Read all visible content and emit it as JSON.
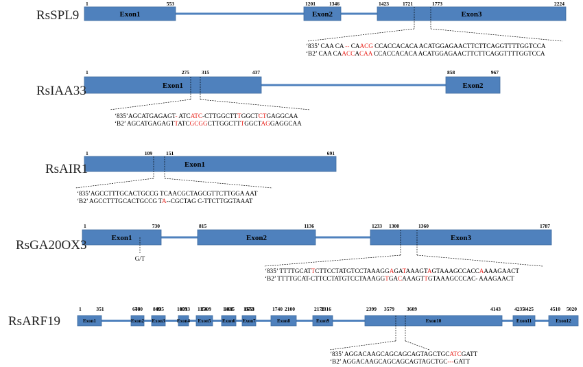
{
  "colors": {
    "exon": "#4f81bd",
    "exon_border": "#3e6a9e",
    "intron": "#4f81bd",
    "highlight": "#e8231c"
  },
  "genes": [
    {
      "name": "RsSPL9",
      "exons": [
        {
          "label": "Exon1",
          "start": "1",
          "end": "553"
        },
        {
          "label": "Exon2",
          "start": "1201",
          "end": "1346"
        },
        {
          "label": "Exon3",
          "start": "1423",
          "end": "2224"
        }
      ],
      "inner_marks": [
        "1721",
        "1773"
      ],
      "alignment": [
        [
          {
            "t": "‘835’ CAA CA "
          },
          {
            "t": "--",
            "h": true
          },
          {
            "t": " CA"
          },
          {
            "t": "ACG",
            "h": true
          },
          {
            "t": " CCACCACACA ACATGGAGAACTTCTTCAGGTTTTGGTCCA"
          }
        ],
        [
          {
            "t": "‘B2’  CAA CA"
          },
          {
            "t": "ACC",
            "h": true
          },
          {
            "t": "A"
          },
          {
            "t": "CAA",
            "h": true
          },
          {
            "t": " CCACCACACA ACATGGAGAACTTCTTCAGGTTTTGGTCCA"
          }
        ]
      ]
    },
    {
      "name": "RsIAA33",
      "exons": [
        {
          "label": "Exon1",
          "start": "1",
          "end": "437"
        },
        {
          "label": "Exon2",
          "start": "858",
          "end": "967"
        }
      ],
      "inner_marks": [
        "275",
        "315"
      ],
      "alignment": [
        [
          {
            "t": "‘835’AGCATGAGAGT"
          },
          {
            "t": "-",
            "h": true
          },
          {
            "t": " ATC"
          },
          {
            "t": "ATC",
            "h": true
          },
          {
            "t": "-CTTGGCTT"
          },
          {
            "t": "T",
            "h": true
          },
          {
            "t": "GGCT"
          },
          {
            "t": "CT",
            "h": true
          },
          {
            "t": "GAGGCAA"
          }
        ],
        [
          {
            "t": "‘B2’ AGCATGAGAGT"
          },
          {
            "t": "T",
            "h": true
          },
          {
            "t": "ATC"
          },
          {
            "t": "GCGG",
            "h": true
          },
          {
            "t": "CTTGGCTT"
          },
          {
            "t": "T",
            "h": true
          },
          {
            "t": "GGCT"
          },
          {
            "t": "AG",
            "h": true
          },
          {
            "t": "GAGGCAA"
          }
        ]
      ]
    },
    {
      "name": "RsAIR1",
      "exons": [
        {
          "label": "Exon1",
          "start": "1",
          "end": "691"
        }
      ],
      "inner_marks": [
        "109",
        "151"
      ],
      "alignment": [
        [
          {
            "t": "‘835’AGCCTTTGCACTGCCG TCAACGCTAGCGTTCTTGGA AAT"
          }
        ],
        [
          {
            "t": "‘B2’ AGCCTTTGCACTGCCG T"
          },
          {
            "t": "A",
            "h": true
          },
          {
            "t": "--CGCTAG C-TTCTTGGTAAAT"
          }
        ]
      ]
    },
    {
      "name": "RsGA20OX3",
      "exons": [
        {
          "label": "Exon1",
          "start": "1",
          "end": "730"
        },
        {
          "label": "Exon2",
          "start": "815",
          "end": "1136"
        },
        {
          "label": "Exon3",
          "start": "1233",
          "end": "1787"
        }
      ],
      "inner_marks": [
        "1300",
        "1360"
      ],
      "snp_note": "G/T",
      "alignment": [
        [
          {
            "t": "‘835’ TTTTGCAT"
          },
          {
            "t": "T",
            "h": true
          },
          {
            "t": "CTTCCTATGTCCTAAAGG"
          },
          {
            "t": "A",
            "h": true
          },
          {
            "t": "GA"
          },
          {
            "t": "T",
            "h": true
          },
          {
            "t": "AAAGT"
          },
          {
            "t": "A",
            "h": true
          },
          {
            "t": "GTAAAGCCACC"
          },
          {
            "t": "A",
            "h": true
          },
          {
            "t": "AAAGAACT"
          }
        ],
        [
          {
            "t": "‘B2’  TTTTGCAT-CTTCCTATGTCCTAAAGG"
          },
          {
            "t": "T",
            "h": true
          },
          {
            "t": "GA"
          },
          {
            "t": "C",
            "h": true
          },
          {
            "t": "AAAGT"
          },
          {
            "t": "T",
            "h": true
          },
          {
            "t": "GTAAAGCCCAC- AAAGAACT"
          }
        ]
      ]
    },
    {
      "name": "RsARF19",
      "exons": [
        {
          "label": "Exon1",
          "start": "1",
          "end": "351"
        },
        {
          "label": "Exon2",
          "start": "640",
          "end": "760"
        },
        {
          "label": "Exon3",
          "start": "849",
          "end": "935"
        },
        {
          "label": "Exon4",
          "start": "1013",
          "end": "1059"
        },
        {
          "label": "Exon5",
          "start": "1154",
          "end": "1309"
        },
        {
          "label": "Exon6",
          "start": "1401",
          "end": "1485"
        },
        {
          "label": "Exon7",
          "start": "1573",
          "end": "1663"
        },
        {
          "label": "Exon8",
          "start": "1740",
          "end": "2100"
        },
        {
          "label": "Exon9",
          "start": "2170",
          "end": "2316"
        },
        {
          "label": "Exon10",
          "start": "2399",
          "end": "4143"
        },
        {
          "label": "Exon11",
          "start": "4235",
          "end": "4425"
        },
        {
          "label": "Exon12",
          "start": "4510",
          "end": "5020"
        }
      ],
      "inner_marks": [
        "3579",
        "3609"
      ],
      "alignment": [
        [
          {
            "t": "‘835’ AGGACAAGCAGCAGCAGTAGCTGC"
          },
          {
            "t": "ATC",
            "h": true
          },
          {
            "t": "GATT"
          }
        ],
        [
          {
            "t": "‘B2’  AGGACAAGCAGCAGCAGTAGCTGC"
          },
          {
            "t": "---",
            "h": true
          },
          {
            "t": "GATT"
          }
        ]
      ]
    }
  ]
}
